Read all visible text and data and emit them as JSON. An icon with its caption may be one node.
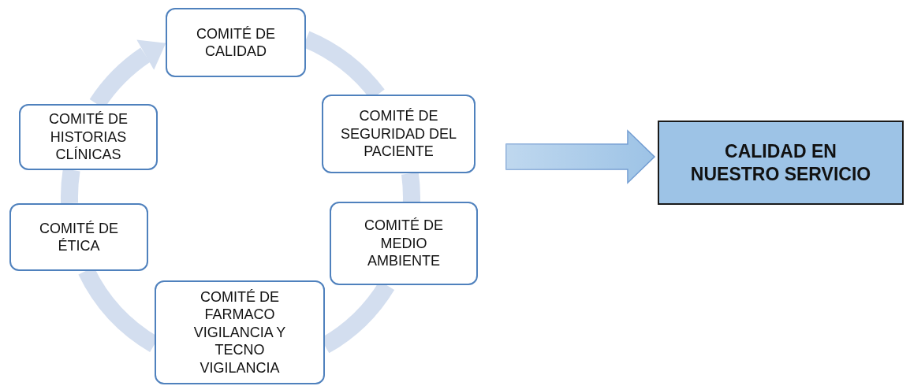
{
  "diagram": {
    "nodes": [
      {
        "text": [
          "COMITÉ DE CALIDAD"
        ]
      },
      {
        "text": [
          "COMITÉ DE SEGURIDAD DEL PACIENTE"
        ]
      },
      {
        "text": [
          "COMITÉ DE MEDIO AMBIENTE"
        ]
      },
      {
        "text": [
          "COMITÉ DE FARMACO VIGILANCIA Y TECNO VIGILANCIA"
        ]
      },
      {
        "text": [
          "COMITÉ DE ÉTICA"
        ]
      },
      {
        "text": [
          "COMITÉ DE HISTORIAS CLÍNICAS"
        ]
      },
      {
        "text": [
          "CALIDAD EN NUESTRO SERVICIO"
        ]
      }
    ],
    "edges": [
      {
        "from": 0,
        "to": 1,
        "arrow": "none"
      },
      {
        "from": 1,
        "to": 2,
        "arrow": "none"
      },
      {
        "from": 2,
        "to": 3,
        "arrow": "none"
      },
      {
        "from": 3,
        "to": 4,
        "arrow": "none"
      },
      {
        "from": 4,
        "to": 5,
        "arrow": "none"
      },
      {
        "from": 5,
        "to": 0,
        "arrow": "to"
      },
      {
        "from": null,
        "to": 6,
        "arrow": "to",
        "style": "thick",
        "color": "#9dc3e6"
      }
    ]
  }
}
